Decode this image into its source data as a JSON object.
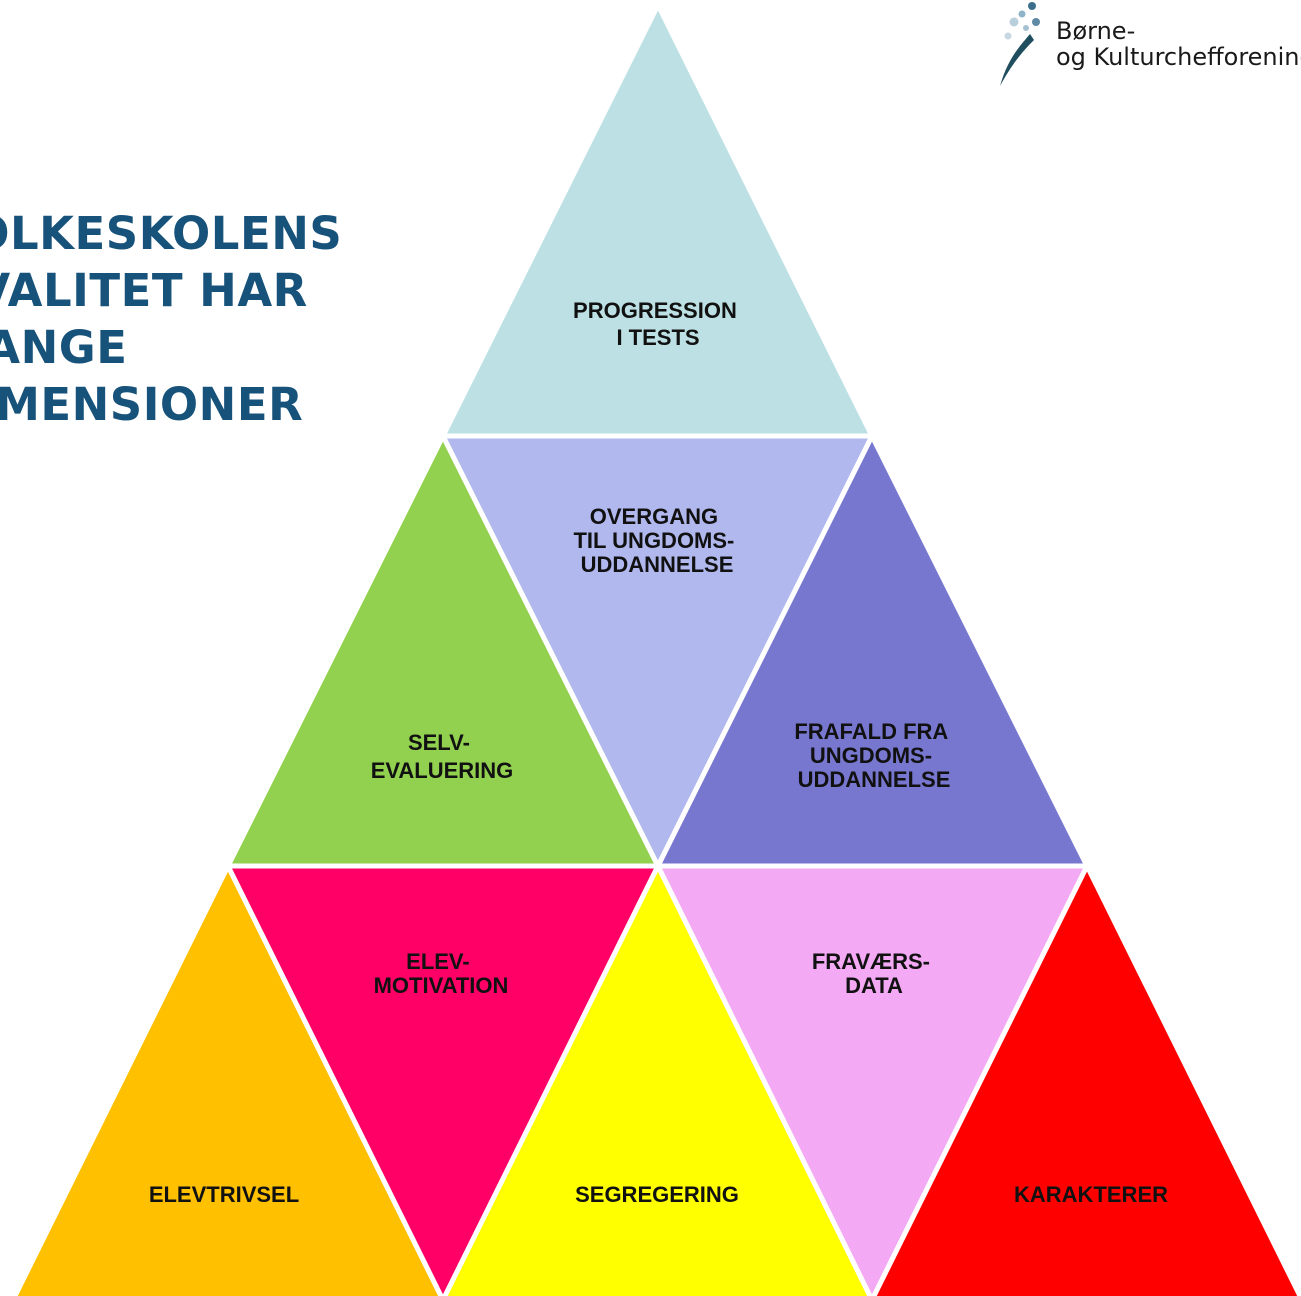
{
  "heading": {
    "lines": [
      "FOLKESKOLENS",
      "KVALITET HAR",
      "MANGE",
      "DIMENSIONER"
    ]
  },
  "logo": {
    "line1": "Børne-",
    "line2": "og Kulturchefforening"
  },
  "pyramid": {
    "tiles": [
      {
        "id": "progression",
        "lines": [
          "PROGRESSION",
          "I TESTS"
        ],
        "color": "#bce0e3"
      },
      {
        "id": "selvevaluering",
        "lines": [
          "SELV-",
          "EVALUERING"
        ],
        "color": "#92d050"
      },
      {
        "id": "overgang",
        "lines": [
          "OVERGANG",
          "TIL UNGDOMS-",
          "UDDANNELSE"
        ],
        "color": "#b0b8ee"
      },
      {
        "id": "frafald",
        "lines": [
          "FRAFALD FRA",
          "UNGDOMS-",
          "UDDANNELSE"
        ],
        "color": "#7877d0"
      },
      {
        "id": "elevtrivsel",
        "lines": [
          "ELEVTRIVSEL"
        ],
        "color": "#ffc000"
      },
      {
        "id": "elevmotivation",
        "lines": [
          "ELEV-",
          "MOTIVATION"
        ],
        "color": "#ff0066"
      },
      {
        "id": "segregering",
        "lines": [
          "SEGREGERING"
        ],
        "color": "#ffff00"
      },
      {
        "id": "fravaersdata",
        "lines": [
          "FRAVÆRS-",
          "DATA"
        ],
        "color": "#f4a9f4"
      },
      {
        "id": "karakterer",
        "lines": [
          "KARAKTERER"
        ],
        "color": "#ff0000"
      }
    ]
  }
}
